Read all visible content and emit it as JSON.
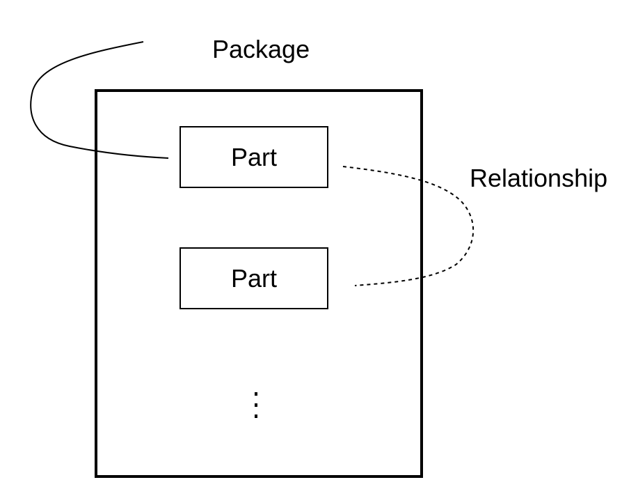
{
  "package": {
    "label": "Package"
  },
  "relationship": {
    "label": "Relationship"
  },
  "parts": [
    {
      "label": "Part"
    },
    {
      "label": "Part"
    }
  ],
  "more_parts_icon": "vertical-ellipsis-icon",
  "colors": {
    "line": "#000000",
    "background": "#ffffff"
  }
}
